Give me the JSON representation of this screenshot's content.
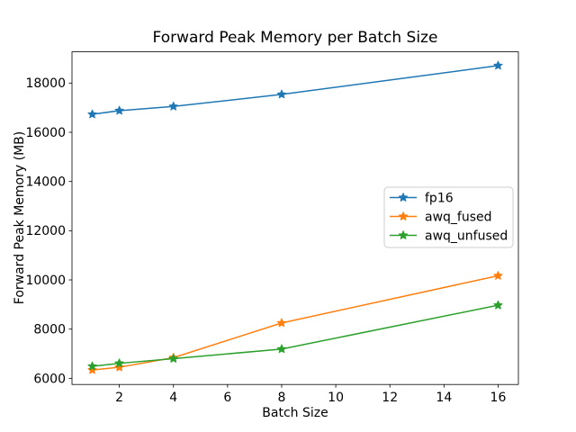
{
  "chart_data": {
    "type": "line",
    "title": "Forward Peak Memory per Batch Size",
    "xlabel": "Batch Size",
    "ylabel": "Forward Peak Memory (MB)",
    "x": [
      1,
      2,
      4,
      8,
      16
    ],
    "series": [
      {
        "name": "fp16",
        "color": "#1f77b4",
        "values": [
          16730,
          16880,
          17050,
          17540,
          18710
        ]
      },
      {
        "name": "awq_fused",
        "color": "#ff7f0e",
        "values": [
          6340,
          6450,
          6840,
          8250,
          10170
        ]
      },
      {
        "name": "awq_unfused",
        "color": "#2ca02c",
        "values": [
          6490,
          6610,
          6800,
          7190,
          8970
        ]
      }
    ],
    "marker": "star",
    "line_width": 1.5,
    "xticks": [
      2,
      4,
      6,
      8,
      10,
      12,
      14,
      16
    ],
    "yticks": [
      6000,
      8000,
      10000,
      12000,
      14000,
      16000,
      18000
    ],
    "xlim": [
      0.25,
      16.75
    ],
    "ylim": [
      5750,
      19270
    ],
    "grid": false,
    "background": "#ffffff",
    "text_color": "#000000",
    "spine_color": "#000000",
    "legend": {
      "position": "center-right",
      "entries": [
        "fp16",
        "awq_fused",
        "awq_unfused"
      ],
      "border_color": "#cccccc",
      "fill_color": "#ffffff"
    }
  }
}
